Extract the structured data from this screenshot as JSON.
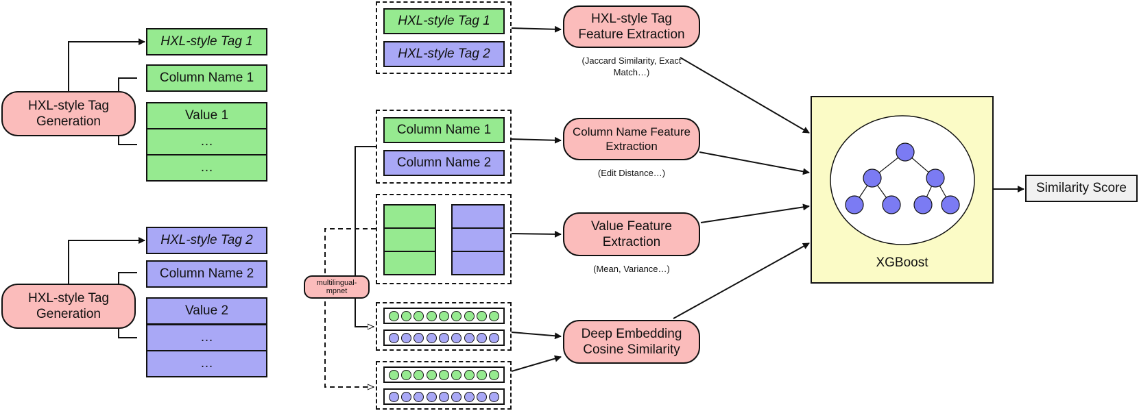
{
  "left": {
    "top": {
      "generator": "HXL-style Tag\nGeneration",
      "tag": "HXL-style Tag 1",
      "column": "Column Name 1",
      "values": [
        "Value 1",
        "…",
        "…"
      ]
    },
    "bottom": {
      "generator": "HXL-style Tag\nGeneration",
      "tag": "HXL-style Tag 2",
      "column": "Column Name 2",
      "values": [
        "Value 2",
        "…",
        "…"
      ]
    }
  },
  "model": {
    "label": "multilingual-\nmpnet"
  },
  "groups": {
    "tags": [
      "HXL-style Tag 1",
      "HXL-style Tag 2"
    ],
    "columns": [
      "Column Name 1",
      "Column Name 2"
    ]
  },
  "features": {
    "tag": {
      "label": "HXL-style Tag\nFeature Extraction",
      "note": "(Jaccard Similarity, Exact\nMatch…)"
    },
    "column": {
      "label": "Column Name Feature\nExtraction",
      "note": "(Edit Distance…)"
    },
    "value": {
      "label": "Value Feature\nExtraction",
      "note": "(Mean, Variance…)"
    },
    "embedding": {
      "label": "Deep Embedding\nCosine Similarity"
    }
  },
  "xgboost": {
    "label": "XGBoost"
  },
  "output": {
    "label": "Similarity Score"
  },
  "colors": {
    "green": "#96ea90",
    "blue": "#a9a8f6",
    "pink": "#fbbcbb",
    "yellow": "#fbfbc6"
  }
}
